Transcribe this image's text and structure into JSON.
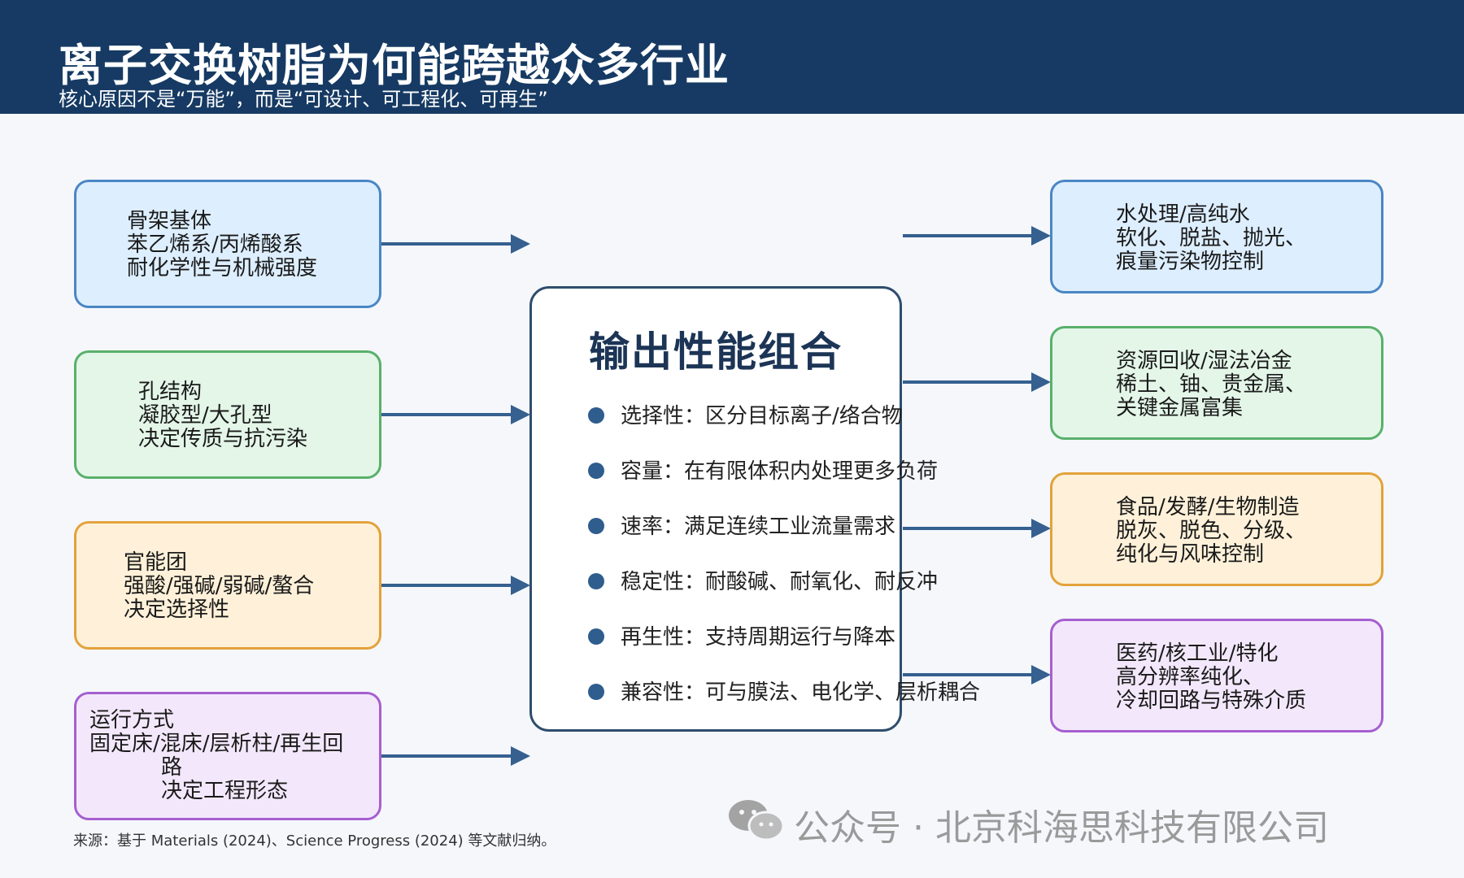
{
  "header": {
    "title": "离子交换树脂为何能跨越众多行业",
    "subtitle": "核心原因不是“万能”，而是“可设计、可工程化、可再生”"
  },
  "inputs": [
    {
      "lines": [
        "骨架基体",
        "苯乙烯系/丙烯酸系",
        "耐化学性与机械强度"
      ]
    },
    {
      "lines": [
        "孔结构",
        "凝胶型/大孔型",
        "决定传质与抗污染"
      ]
    },
    {
      "lines": [
        "官能团",
        "强酸/强碱/弱碱/螯合",
        "决定选择性"
      ]
    },
    {
      "lines": [
        "运行方式",
        "固定床/混床/层析柱/再生回",
        "路",
        "决定工程形态"
      ]
    }
  ],
  "center": {
    "title": "输出性能组合",
    "features": [
      "选择性：区分目标离子/络合物",
      "容量：在有限体积内处理更多负荷",
      "速率：满足连续工业流量需求",
      "稳定性：耐酸碱、耐氧化、耐反冲",
      "再生性：支持周期运行与降本",
      "兼容性：可与膜法、电化学、层析耦合"
    ]
  },
  "outputs": [
    {
      "lines": [
        "水处理/高纯水",
        "软化、脱盐、抛光、",
        "痕量污染物控制"
      ]
    },
    {
      "lines": [
        "资源回收/湿法冶金",
        "稀土、铀、贵金属、",
        "关键金属富集"
      ]
    },
    {
      "lines": [
        "食品/发酵/生物制造",
        "脱灰、脱色、分级、",
        "纯化与风味控制"
      ]
    },
    {
      "lines": [
        "医药/核工业/特化",
        "高分辨率纯化、",
        "冷却回路与特殊介质"
      ]
    }
  ],
  "source": "来源：基于 Materials (2024)、Science Progress (2024) 等文献归纳。",
  "watermark": {
    "icon": "wechat-icon",
    "text": "公众号 · 北京科海思科技有限公司"
  },
  "colors": {
    "header": "#163a63",
    "arrow": "#35608f",
    "blue": "#4a86c5",
    "green": "#59b06a",
    "orange": "#e3a23a",
    "purple": "#a65fd0"
  }
}
